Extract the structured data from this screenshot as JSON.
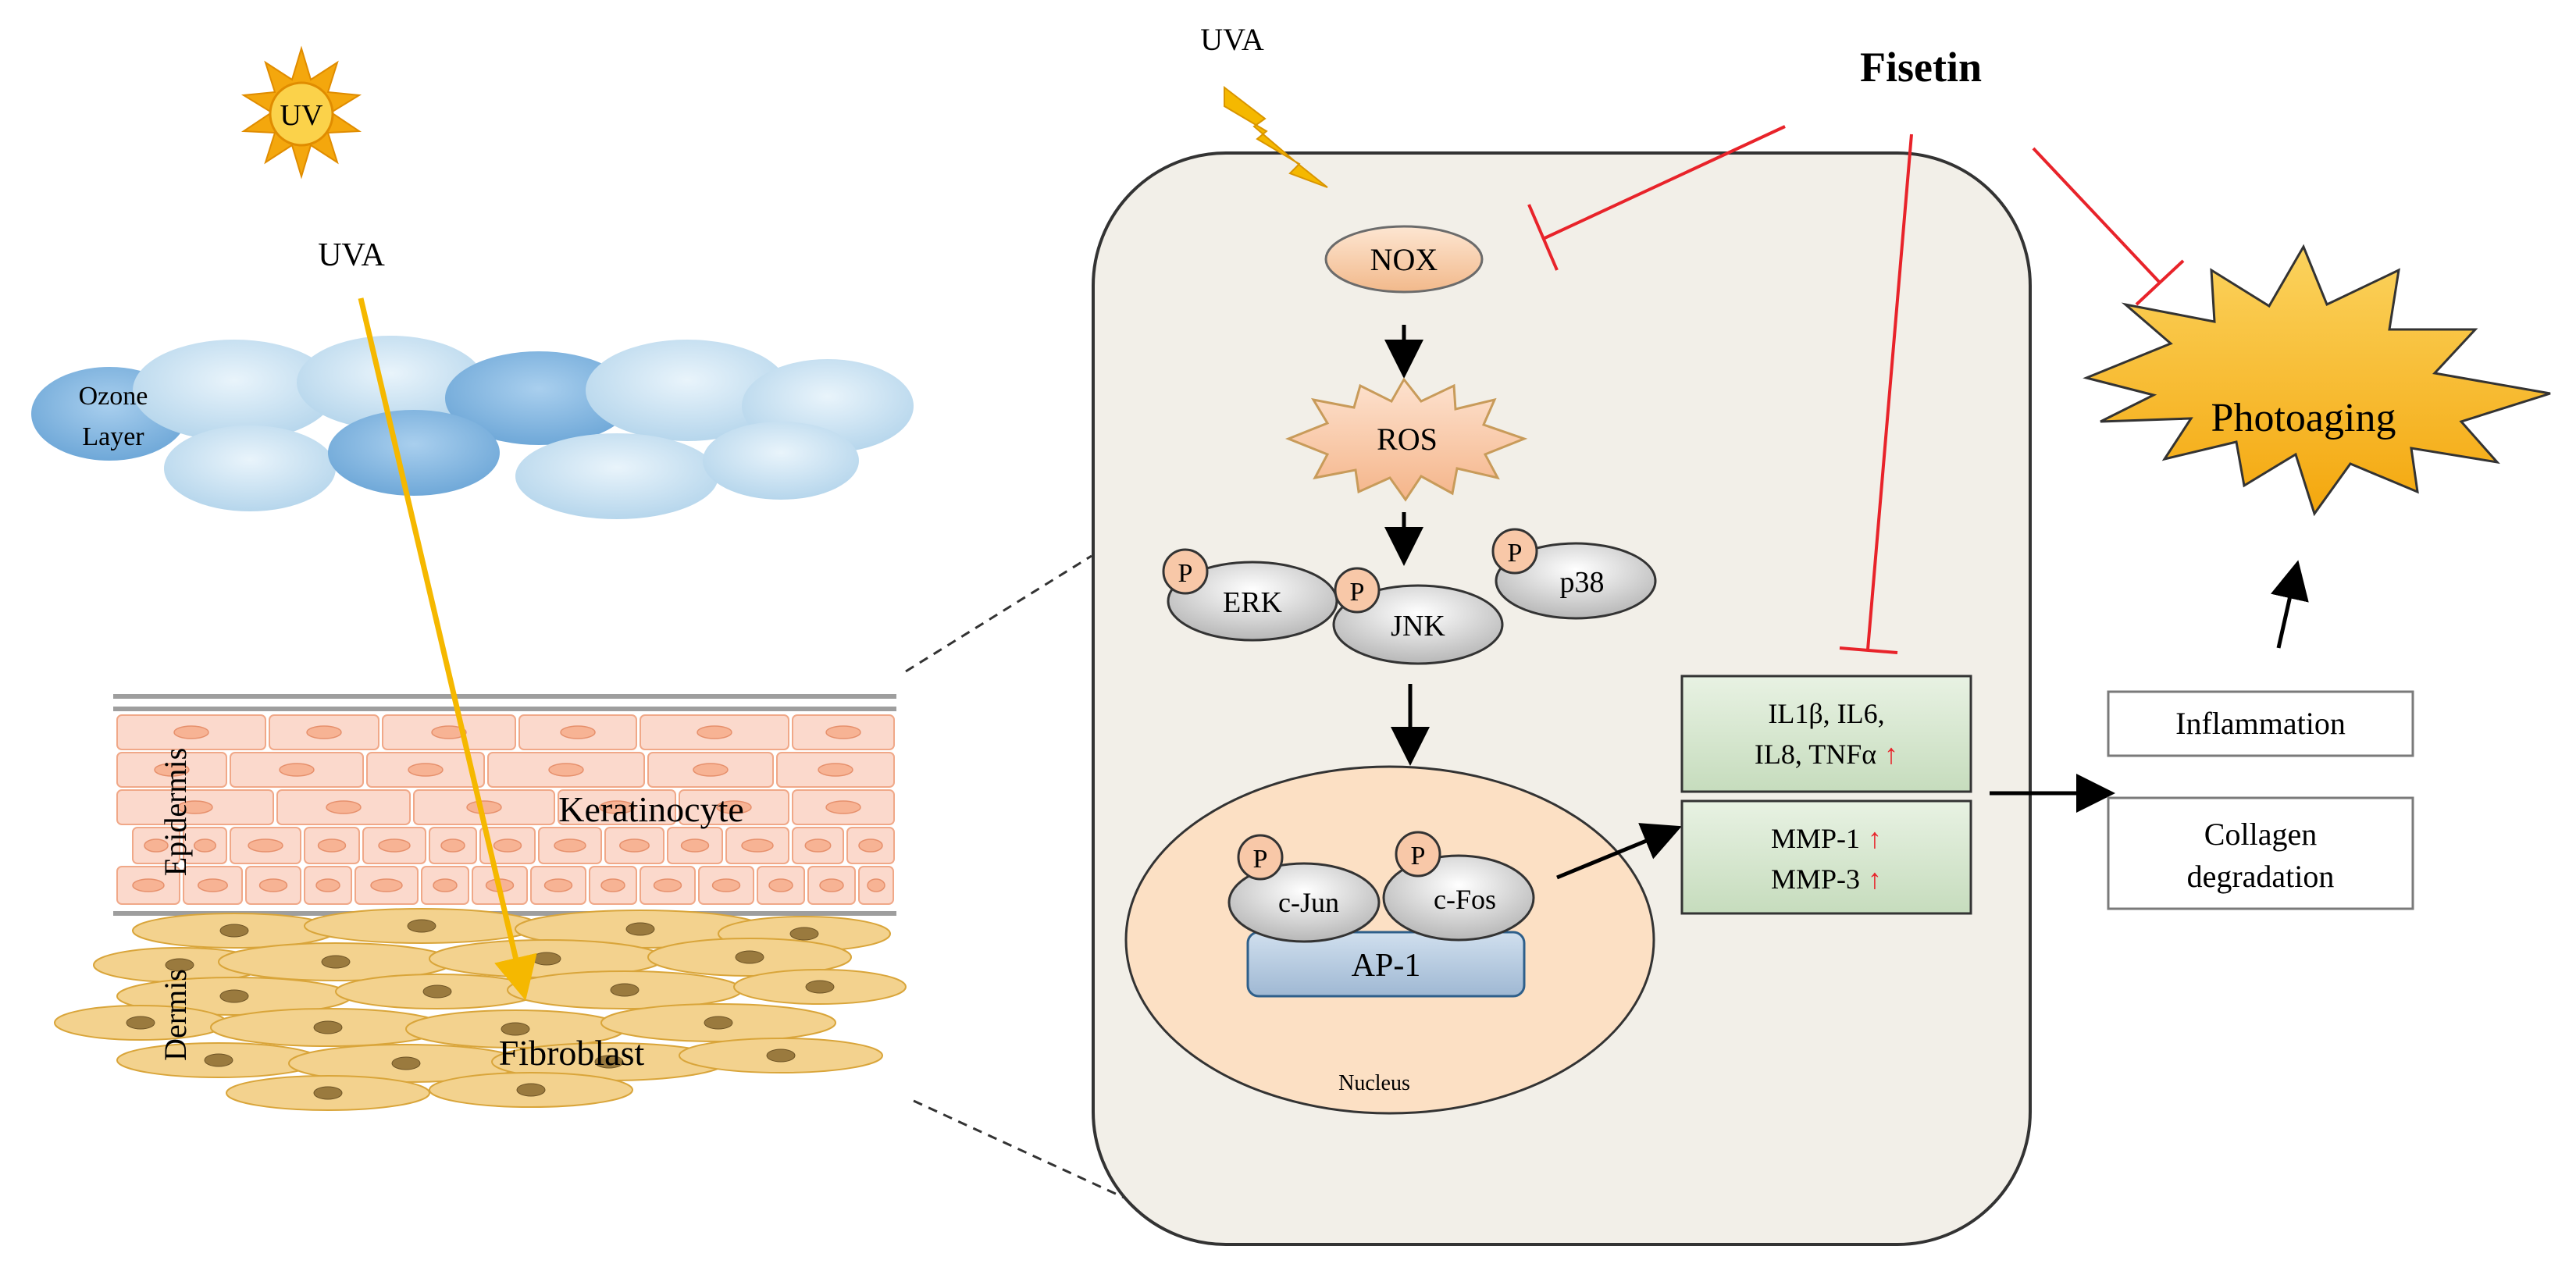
{
  "left_panel": {
    "sun_label": "UV",
    "uva_label": "UVA",
    "ozone_label_line1": "Ozone",
    "ozone_label_line2": "Layer",
    "epidermis_label": "Epidermis",
    "dermis_label": "Dermis",
    "keratinocyte_label": "Keratinocyte",
    "fibroblast_label": "Fibroblast"
  },
  "cell": {
    "uva_label": "UVA",
    "nox_label": "NOX",
    "ros_label": "ROS",
    "erk_label": "ERK",
    "jnk_label": "JNK",
    "p38_label": "p38",
    "phospho_label": "P",
    "cjun_label": "c-Jun",
    "cfos_label": "c-Fos",
    "ap1_label": "AP-1",
    "nucleus_label": "Nucleus"
  },
  "outputs": {
    "cytokines_line1": "IL1β, IL6,",
    "cytokines_line2": "IL8, TNFα",
    "mmp1": "MMP-1",
    "mmp3": "MMP-3",
    "up_arrow": "↑",
    "inflammation": "Inflammation",
    "collagen_line1": "Collagen",
    "collagen_line2": "degradation",
    "photoaging": "Photoaging",
    "fisetin": "Fisetin"
  },
  "colors": {
    "inhibit_red": "#e8232a",
    "uv_beam": "#f5b800",
    "sun": "#f4a70d",
    "cell_fill": "#f2efe8",
    "nucleus_fill": "#fce0c4",
    "protein_box_fill": "#d9ead3",
    "ap1_fill": "#b7cbe0",
    "keratinocyte_fill": "#fbd9cc",
    "fibroblast_fill": "#f3d28e"
  }
}
